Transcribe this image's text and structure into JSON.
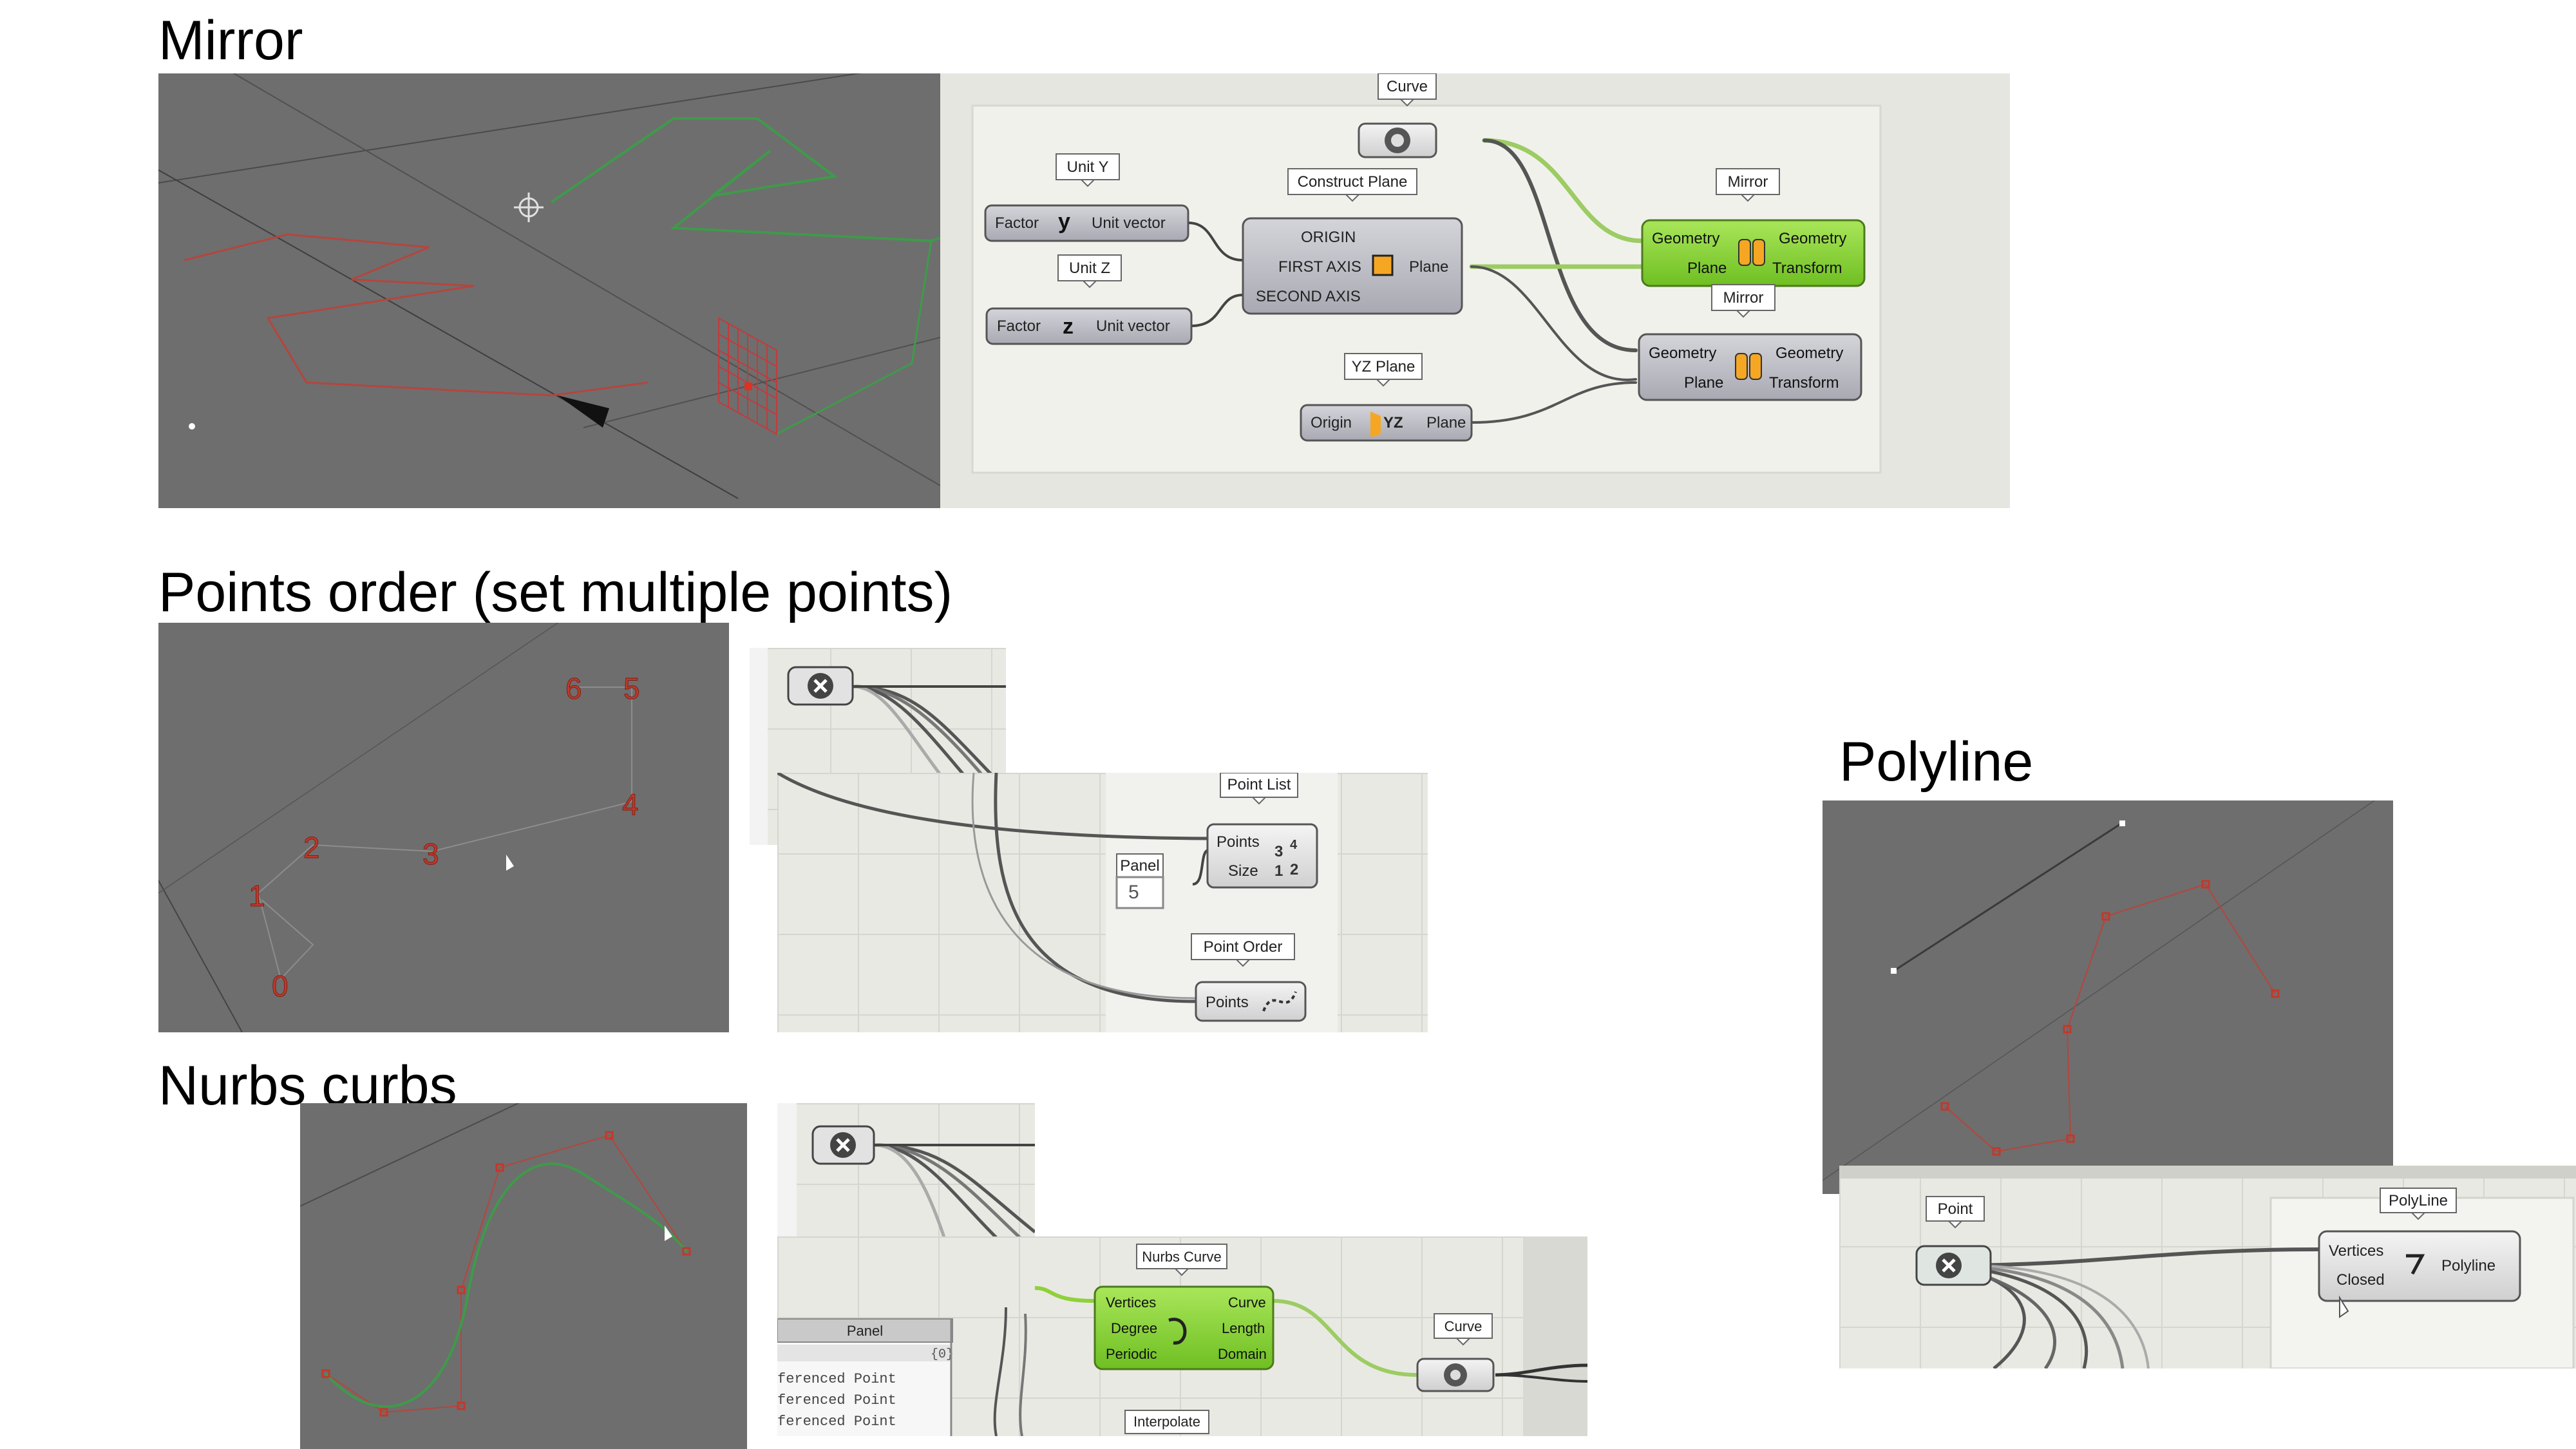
{
  "sections": {
    "mirror": "Mirror",
    "points_order": "Points order (set multiple points)",
    "nurbs": "Nurbs curbs",
    "polyline": "Polyline"
  },
  "mirror_graph": {
    "curve_tag": "Curve",
    "unit_y_tag": "Unit Y",
    "unit_z_tag": "Unit Z",
    "construct_plane_tag": "Construct Plane",
    "yz_plane_tag": "YZ Plane",
    "mirror_tag_1": "Mirror",
    "mirror_tag_2": "Mirror",
    "factor_label": "Factor",
    "unit_vector_label": "Unit vector",
    "origin": "ORIGIN",
    "first_axis": "FIRST AXIS",
    "second_axis": "SECOND AXIS",
    "plane": "Plane",
    "geometry": "Geometry",
    "transform": "Transform",
    "origin_small": "Origin",
    "yz_glyph": "YZ",
    "y_glyph": "y",
    "z_glyph": "z"
  },
  "points_graph": {
    "point_list_tag": "Point List",
    "panel_tag": "Panel",
    "panel_value": "5",
    "points_label": "Points",
    "size_label": "Size",
    "point_order_tag": "Point Order",
    "list_glyph_top": "3",
    "list_glyph_top2": "4",
    "list_glyph_bottom": "1",
    "list_glyph_bottom2": "2"
  },
  "points_viewport": {
    "labels": [
      "0",
      "1",
      "2",
      "3",
      "4",
      "5",
      "6"
    ]
  },
  "nurbs_graph": {
    "nurbs_curve_tag": "Nurbs Curve",
    "vertices": "Vertices",
    "degree": "Degree",
    "periodic": "Periodic",
    "curve": "Curve",
    "length": "Length",
    "domain": "Domain",
    "curve_tag": "Curve",
    "interpolate_tag": "Interpolate",
    "panel_header": "Panel",
    "panel_index": "{0}",
    "panel_rows": [
      "ferenced Point",
      "ferenced Point",
      "ferenced Point"
    ]
  },
  "polyline_graph": {
    "point_tag": "Point",
    "polyline_tag": "PolyLine",
    "vertices": "Vertices",
    "closed": "Closed",
    "polyline_out": "Polyline"
  },
  "colors": {
    "viewport_bg": "#6e6e6e",
    "canvas_bg": "#e6e6e0",
    "node_grey": "#b9b9c2",
    "node_green": "#8fd13a",
    "curve_red": "#b5453d",
    "curve_green": "#3f9a4a",
    "wire_green": "#9ccc63"
  }
}
